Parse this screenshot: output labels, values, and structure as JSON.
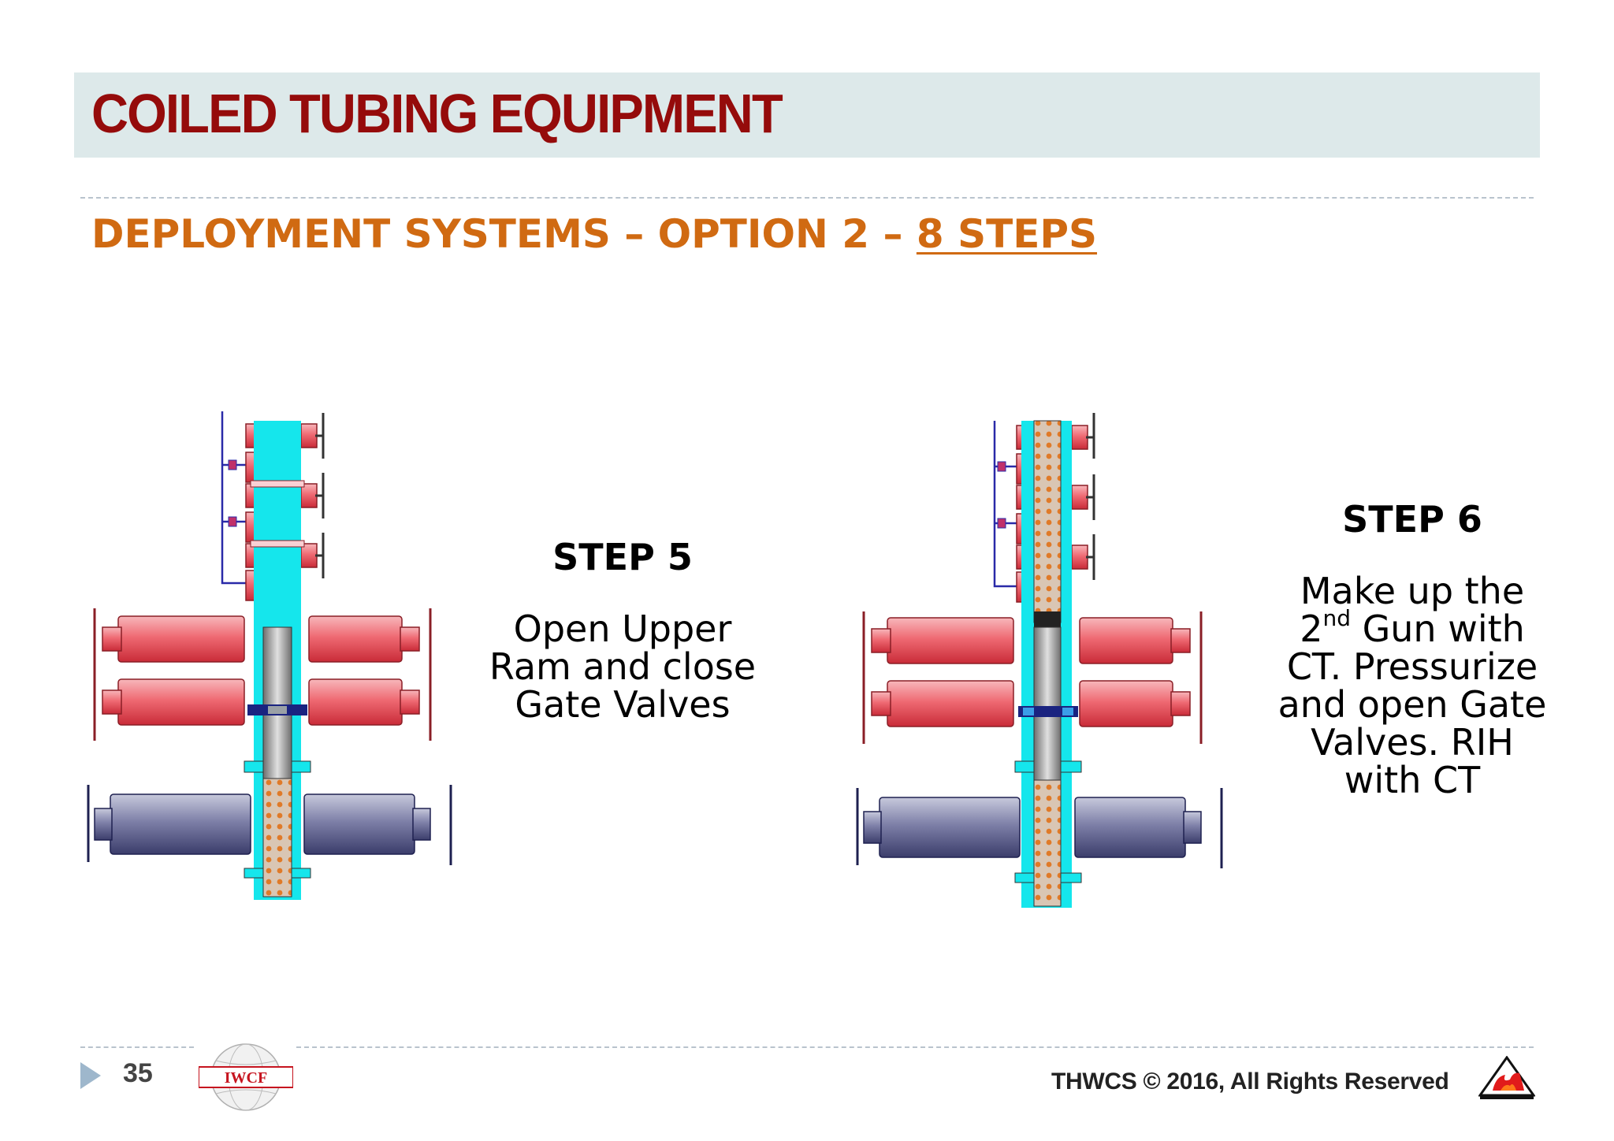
{
  "slide": {
    "title": "COILED TUBING EQUIPMENT",
    "subtitle_main": "DEPLOYMENT SYSTEMS – OPTION 2 – ",
    "subtitle_link": "8 STEPS"
  },
  "step5": {
    "title": "STEP 5",
    "lines": [
      "Open Upper",
      "Ram and close",
      "Gate Valves"
    ]
  },
  "step6": {
    "title": "STEP 6",
    "line1": "Make up the",
    "line2_pre": "2",
    "line2_sup": "nd",
    "line2_post": " Gun with",
    "lines_rest": [
      "CT. Pressurize",
      "and open Gate",
      "Valves. RIH",
      "with CT"
    ]
  },
  "footer": {
    "page_number": "35",
    "copyright": "THWCS © 2016, All Rights Reserved",
    "left_logo_text": "IWCF"
  },
  "colors": {
    "title": "#950b0b",
    "subtitle": "#d06a12",
    "bore": "#15e6ec",
    "ram_red": "#ee6a72",
    "gate_blue": "#7c7fa6"
  }
}
